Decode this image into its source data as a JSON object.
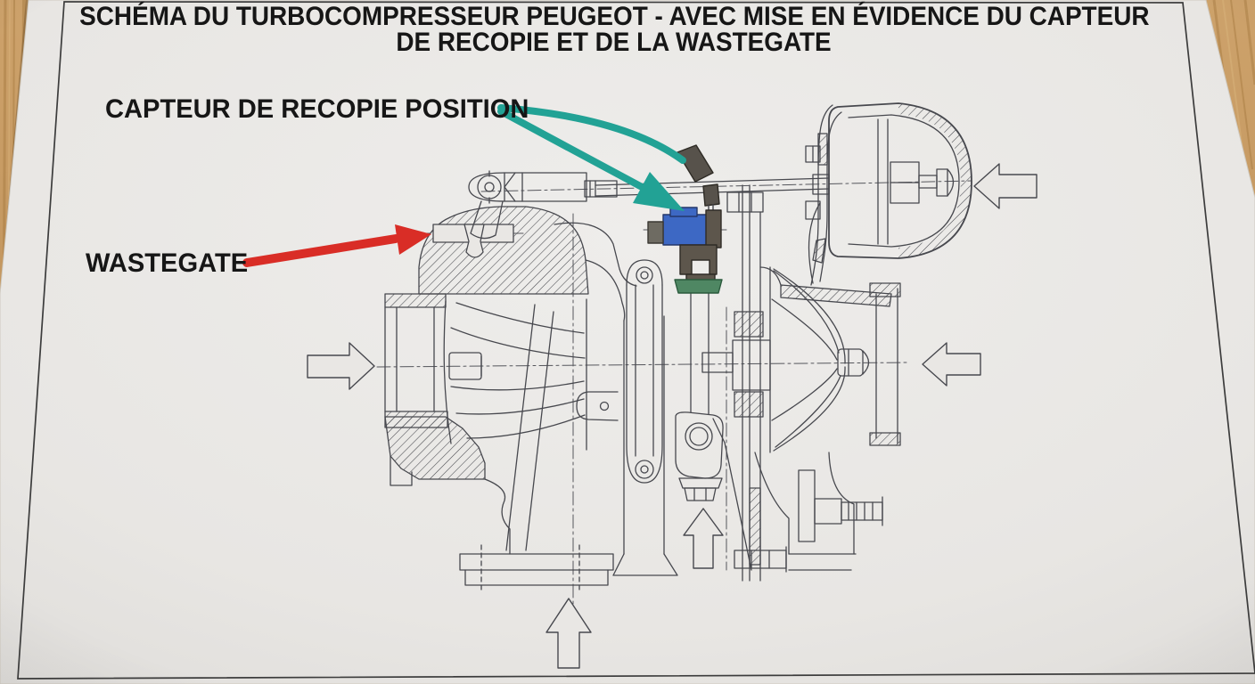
{
  "title": {
    "line1": "SCHÉMA DU TURBOCOMPRESSEUR PEUGEOT - AVEC MISE EN ÉVIDENCE DU CAPTEUR",
    "line2": "DE RECOPIE ET DE LA WASTEGATE"
  },
  "annotations": {
    "sensor_label": "CAPTEUR DE RECOPIE POSITION",
    "wastegate_label": "WASTEGATE"
  },
  "diagram": {
    "type": "technical cross-section drawing (photo of printed sheet on wooden desk)",
    "subject": "Peugeot turbocharger with position-copy sensor and wastegate highlighted",
    "annotation_arrows": [
      {
        "name": "sensor-arrow-upper",
        "color_key": "teal",
        "points_to": "actuator-rod connector"
      },
      {
        "name": "sensor-arrow-lower",
        "color_key": "teal",
        "points_to": "blue position sensor"
      },
      {
        "name": "wastegate-arrow",
        "color_key": "red",
        "points_to": "wastegate valve passage"
      }
    ],
    "flow_arrows": [
      "compressor-inlet-arrow-left",
      "actuator-arrow-top-right",
      "turbine-outlet-arrow-right",
      "compressor-outlet-arrow-bottom",
      "center-housing-arrow-bottom"
    ]
  },
  "colors": {
    "wood": "#c49a62",
    "wood_dark": "#a87e49",
    "paper": "#e9e7e4",
    "frame": "#3c3c3c",
    "line": "#47484e",
    "centerline": "#55565c",
    "teal": "#22a295",
    "red": "#d92d26",
    "sensor_blue": "#3d68c4",
    "sensor_dark": "#5d564c",
    "sensor_grey": "#6e6b62",
    "sensor_green": "#4f8763",
    "connector": "#57524b",
    "text": "#161616"
  }
}
